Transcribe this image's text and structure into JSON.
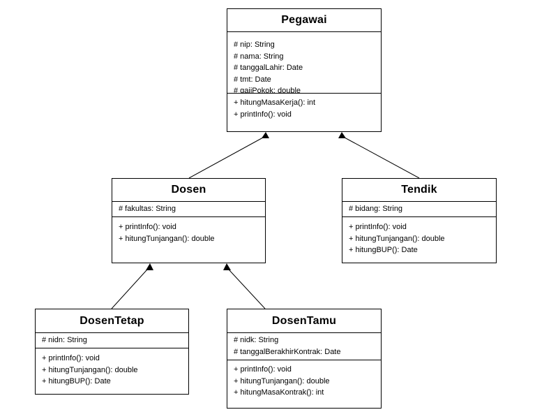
{
  "classes": {
    "pegawai": {
      "name": "Pegawai",
      "attributes": [
        "# nip: String",
        "# nama: String",
        "# tanggalLahir: Date",
        "# tmt: Date",
        "# gajiPokok: double"
      ],
      "operations": [
        "+ hitungMasaKerja(): int",
        "+ printInfo(): void"
      ]
    },
    "dosen": {
      "name": "Dosen",
      "attributes": [
        "# fakultas: String"
      ],
      "operations": [
        "+ printInfo(): void",
        "+ hitungTunjangan(): double"
      ]
    },
    "tendik": {
      "name": "Tendik",
      "attributes": [
        "# bidang: String"
      ],
      "operations": [
        "+ printInfo(): void",
        "+ hitungTunjangan(): double",
        "+ hitungBUP(): Date"
      ]
    },
    "dosentetap": {
      "name": "DosenTetap",
      "attributes": [
        "# nidn: String"
      ],
      "operations": [
        "+ printInfo(): void",
        "+ hitungTunjangan(): double",
        "+ hitungBUP(): Date"
      ]
    },
    "dosentamu": {
      "name": "DosenTamu",
      "attributes": [
        "# nidk: String",
        "# tanggalBerakhirKontrak: Date"
      ],
      "operations": [
        "+ printInfo(): void",
        "+ hitungTunjangan(): double",
        "+ hitungMasaKontrak(): int"
      ]
    }
  },
  "inheritance": [
    {
      "child": "Dosen",
      "parent": "Pegawai"
    },
    {
      "child": "Tendik",
      "parent": "Pegawai"
    },
    {
      "child": "DosenTetap",
      "parent": "Dosen"
    },
    {
      "child": "DosenTamu",
      "parent": "Dosen"
    }
  ]
}
